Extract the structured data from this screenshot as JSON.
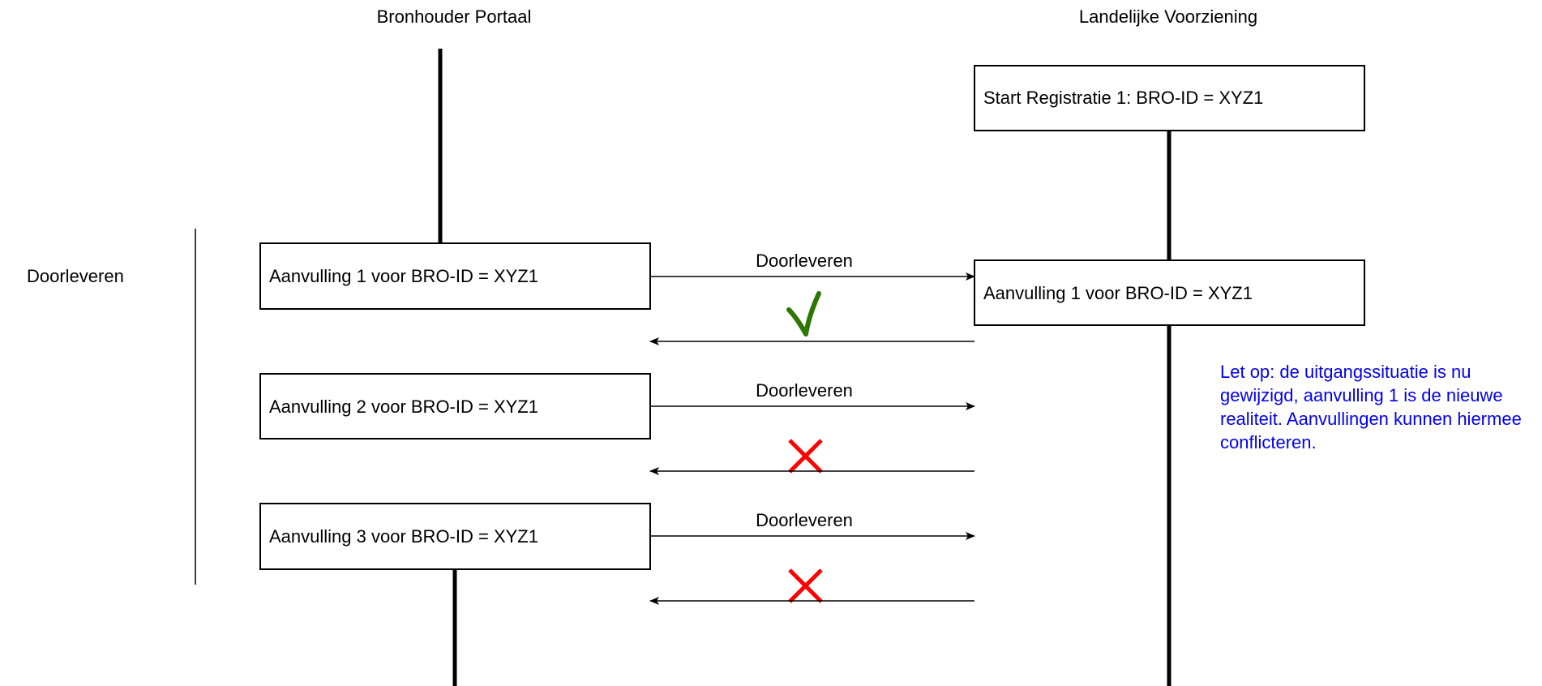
{
  "lanes": {
    "left_title": "Bronhouder Portaal",
    "right_title": "Landelijke Voorziening"
  },
  "phase_label": "Doorleveren",
  "right_boxes": {
    "start": "Start Registratie 1: BRO-ID = XYZ1",
    "aanvulling": "Aanvulling 1 voor BRO-ID = XYZ1"
  },
  "left_boxes": [
    "Aanvulling 1 voor BRO-ID = XYZ1",
    "Aanvulling 2 voor BRO-ID = XYZ1",
    "Aanvulling 3 voor BRO-ID = XYZ1"
  ],
  "messages": [
    {
      "label": "Doorleveren",
      "result": "accepted",
      "result_icon": "check-icon"
    },
    {
      "label": "Doorleveren",
      "result": "rejected",
      "result_icon": "cross-icon"
    },
    {
      "label": "Doorleveren",
      "result": "rejected",
      "result_icon": "cross-icon"
    }
  ],
  "note": "Let op: de uitgangssituatie is nu gewijzigd, aanvulling 1 is de nieuwe realiteit. Aanvullingen kunnen hiermee conflicteren.",
  "colors": {
    "note_text": "#0000ee",
    "check": "#2d7600",
    "cross": "#ff0000",
    "line": "#000000"
  }
}
